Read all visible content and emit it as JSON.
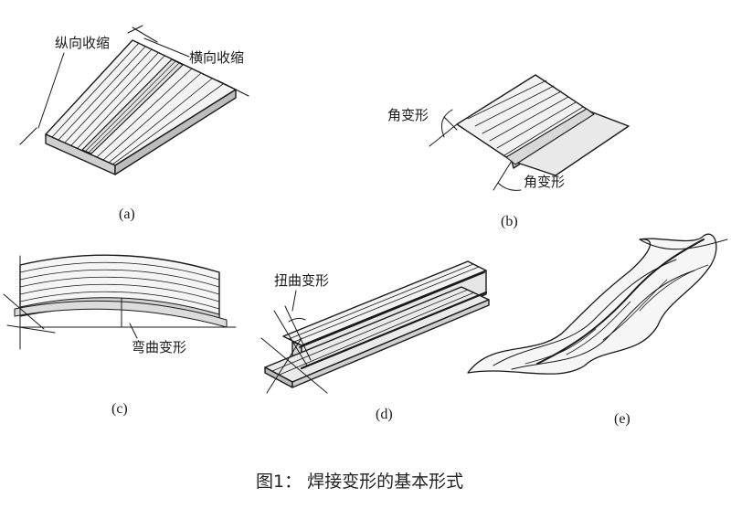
{
  "panels": {
    "a": {
      "sub": "(a)",
      "label_longitudinal": "纵向收缩",
      "label_transverse": "横向收缩"
    },
    "b": {
      "sub": "(b)",
      "label_angular_top": "角变形",
      "label_angular_bottom": "角变形"
    },
    "c": {
      "sub": "(c)",
      "label_bending": "弯曲变形"
    },
    "d": {
      "sub": "(d)",
      "label_twist": "扭曲变形"
    },
    "e": {
      "sub": "(e)"
    }
  },
  "caption": "图1： 焊接变形的基本形式"
}
